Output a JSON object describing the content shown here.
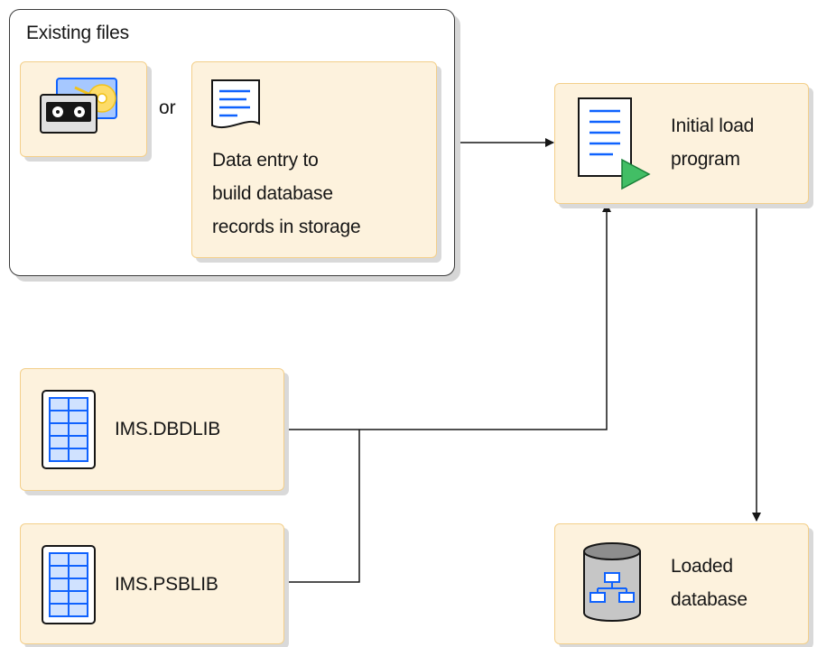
{
  "group": {
    "title": "Existing files"
  },
  "connector": {
    "or": "or"
  },
  "data_entry": {
    "lines": [
      "Data entry to",
      "build database",
      "records in storage"
    ],
    "icon": "document-icon"
  },
  "tape_disk": {
    "icon": "tape-and-disk-icon"
  },
  "initial_load": {
    "lines": [
      "Initial load",
      "program"
    ],
    "icon": "program-icon"
  },
  "dbdlib": {
    "label": "IMS.DBDLIB",
    "icon": "library-table-icon"
  },
  "psblib": {
    "label": "IMS.PSBLIB",
    "icon": "library-table-icon"
  },
  "loaded_db": {
    "lines": [
      "Loaded",
      "database"
    ],
    "icon": "database-icon"
  },
  "colors": {
    "card_fill": "#fdf2dd",
    "card_border": "#f3cf8a",
    "icon_blue": "#0f62fe",
    "play_green": "#42be65"
  }
}
